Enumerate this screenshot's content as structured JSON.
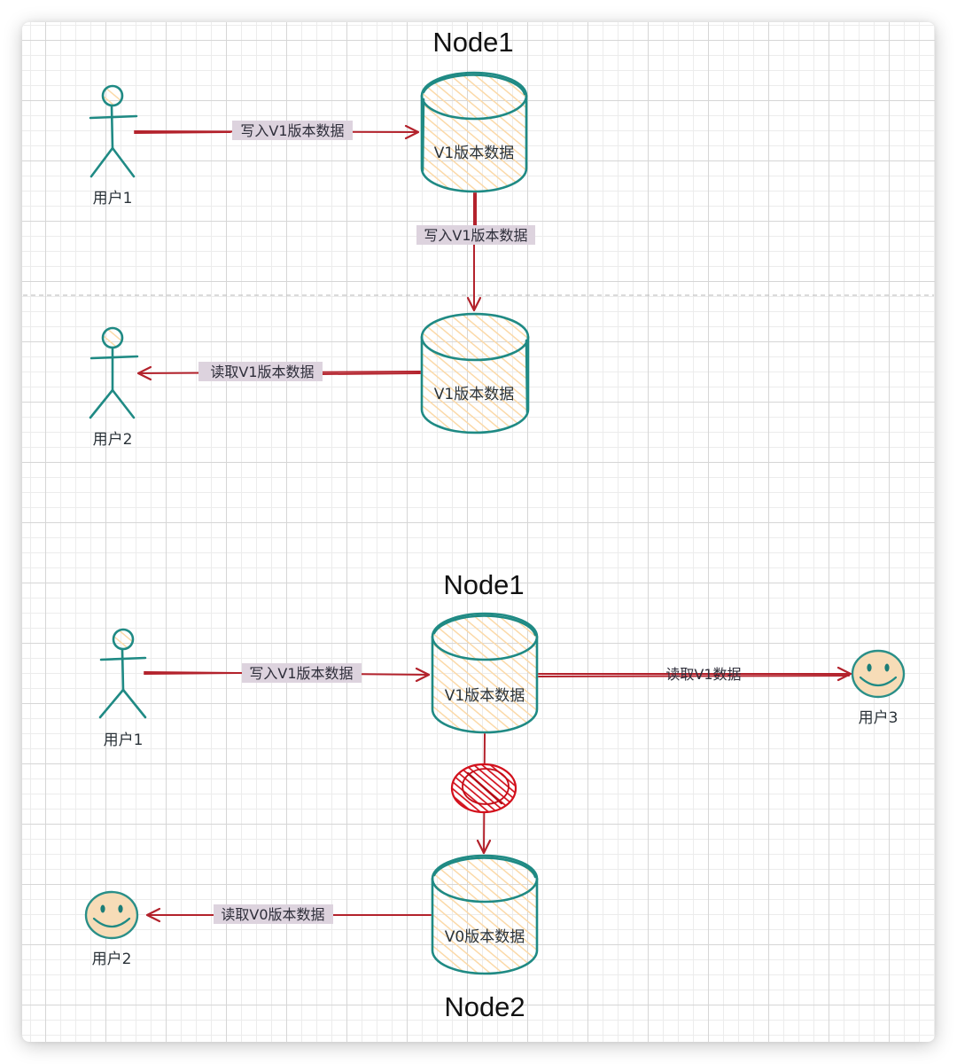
{
  "colors": {
    "teal_stroke": "#1f8a84",
    "peach_fill": "#fbd9a8",
    "smiley_fill": "#f7dcb7",
    "arrow_red": "#b3222c",
    "blocked_red": "#d3101c",
    "label_bg": "#ddd3de",
    "text_dark": "#2a3238"
  },
  "scenario_top": {
    "node_title": "Node1",
    "primary_db_label": "V1版本数据",
    "replica_db_label": "V1版本数据",
    "user_writer_label": "用户1",
    "user_reader_label": "用户2",
    "edge_write_label": "写入V1版本数据",
    "edge_replicate_label": "写入V1版本数据",
    "edge_read_label": "读取V1版本数据"
  },
  "scenario_bottom": {
    "node1_title": "Node1",
    "node2_title": "Node2",
    "node1_db_label": "V1版本数据",
    "node2_db_label": "V0版本数据",
    "user_writer_label": "用户1",
    "user_reader_v1_label": "用户3",
    "user_reader_v0_label": "用户2",
    "edge_write_label": "写入V1版本数据",
    "edge_read_v1_label": "读取V1数据",
    "edge_read_v0_label": "读取V0版本数据",
    "replication_status": "blocked"
  }
}
